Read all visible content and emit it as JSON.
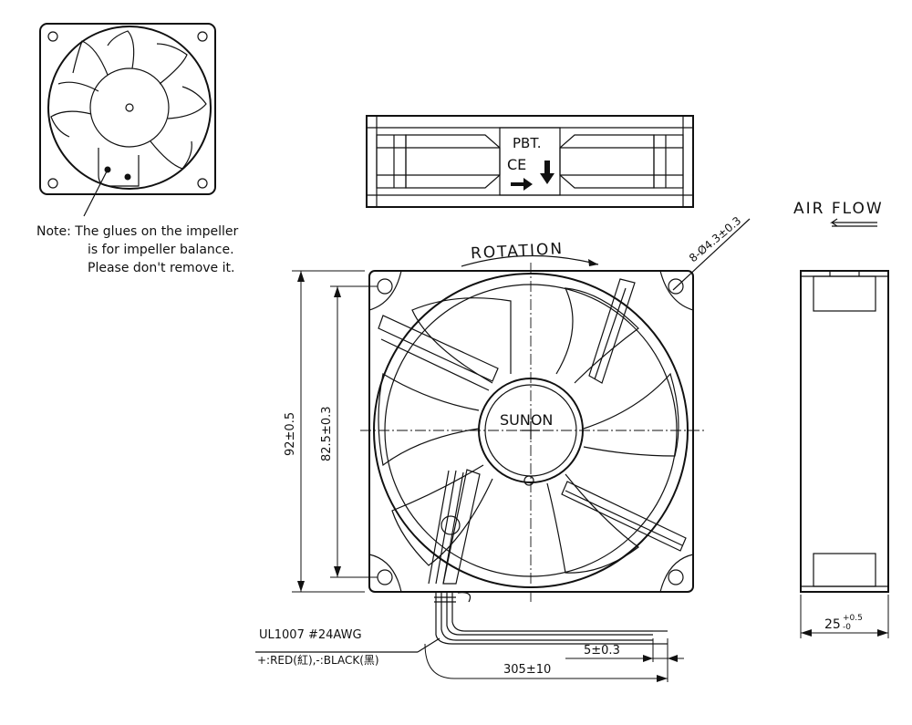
{
  "note": {
    "line1": "Note: The glues on the impeller",
    "line2": "is for impeller balance.",
    "line3": "Please don't remove it."
  },
  "labels": {
    "material": "PBT.",
    "ce_mark": "CE",
    "rotation": "ROTATION",
    "air_flow": "AIR FLOW",
    "brand": "SUNON",
    "mount_holes": "8-Ø4.3±0.3"
  },
  "dimensions": {
    "frame_size": "92±0.5",
    "hole_spacing": "82.5±0.3",
    "thickness_base": "25",
    "thickness_tol_plus": "+0.5",
    "thickness_tol_minus": "-0",
    "wire_strip": "5±0.3",
    "wire_length": "305±10"
  },
  "wire": {
    "spec": "UL1007  #24AWG",
    "colors": "+:RED(紅),-:BLACK(黑)"
  }
}
